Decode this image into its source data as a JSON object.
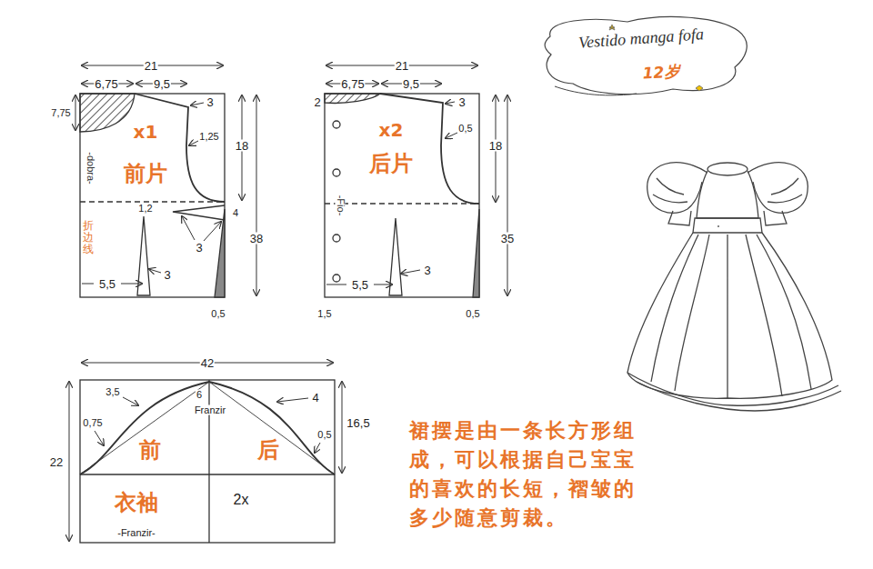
{
  "diagram": {
    "nodes": [
      {
        "text": [
          "x1",
          "前片"
        ]
      },
      {
        "text": [
          "x2",
          "后片"
        ]
      },
      {
        "text": [
          "Vestido manga fofa",
          "12岁"
        ]
      },
      {
        "text": [
          "前",
          "后",
          "衣袖",
          "2x"
        ]
      }
    ],
    "labels": [
      "21",
      "6,75",
      "9,5",
      "3",
      "7,75",
      "1,25",
      "18",
      "38",
      "-dobra-",
      "折边线",
      "1,2",
      "4",
      "3",
      "3",
      "5,5",
      "0,5",
      "21",
      "6,75",
      "9,5",
      "3",
      "2",
      "0,5",
      "18",
      "35",
      "-Fio-",
      "5,5",
      "3",
      "1,5",
      "0,5",
      "42",
      "3,5",
      "6",
      "Franzir",
      "4",
      "0,75",
      "0,5",
      "16,5",
      "22",
      "-Franzir-",
      "裙摆是由一条长方形组成，可以根据自己宝宝的喜欢的长短，褶皱的多少随意剪裁。"
    ]
  }
}
